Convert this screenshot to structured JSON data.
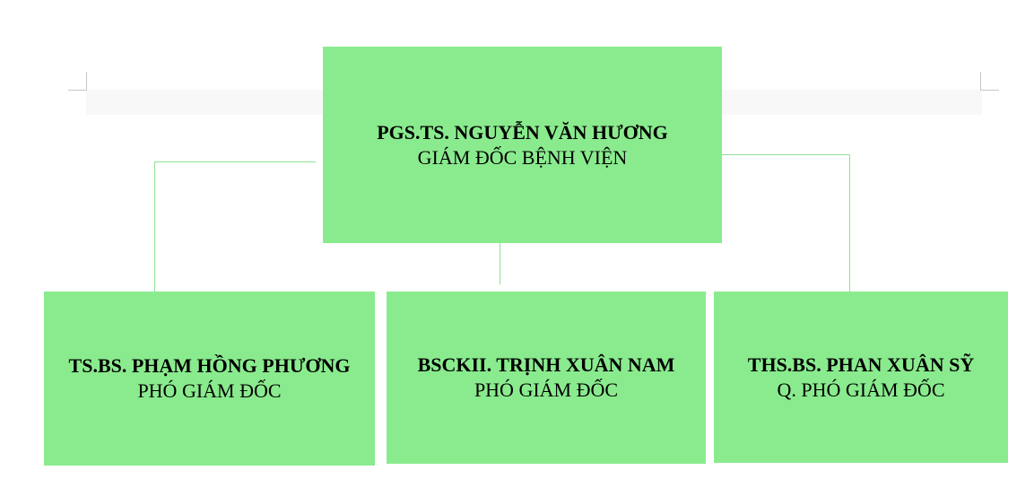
{
  "colors": {
    "box": "#8aeb8e",
    "connector": "#8fe094"
  },
  "director": {
    "name": "PGS.TS. NGUYỄN VĂN HƯƠNG",
    "role": "GIÁM ĐỐC BỆNH VIỆN"
  },
  "deputies": [
    {
      "name": "TS.BS. PHẠM HỒNG PHƯƠNG",
      "role": "PHÓ GIÁM ĐỐC"
    },
    {
      "name": "BSCKII. TRỊNH XUÂN NAM",
      "role": "PHÓ GIÁM ĐỐC"
    },
    {
      "name": "THS.BS. PHAN XUÂN SỸ",
      "role": "Q. PHÓ GIÁM ĐỐC"
    }
  ]
}
